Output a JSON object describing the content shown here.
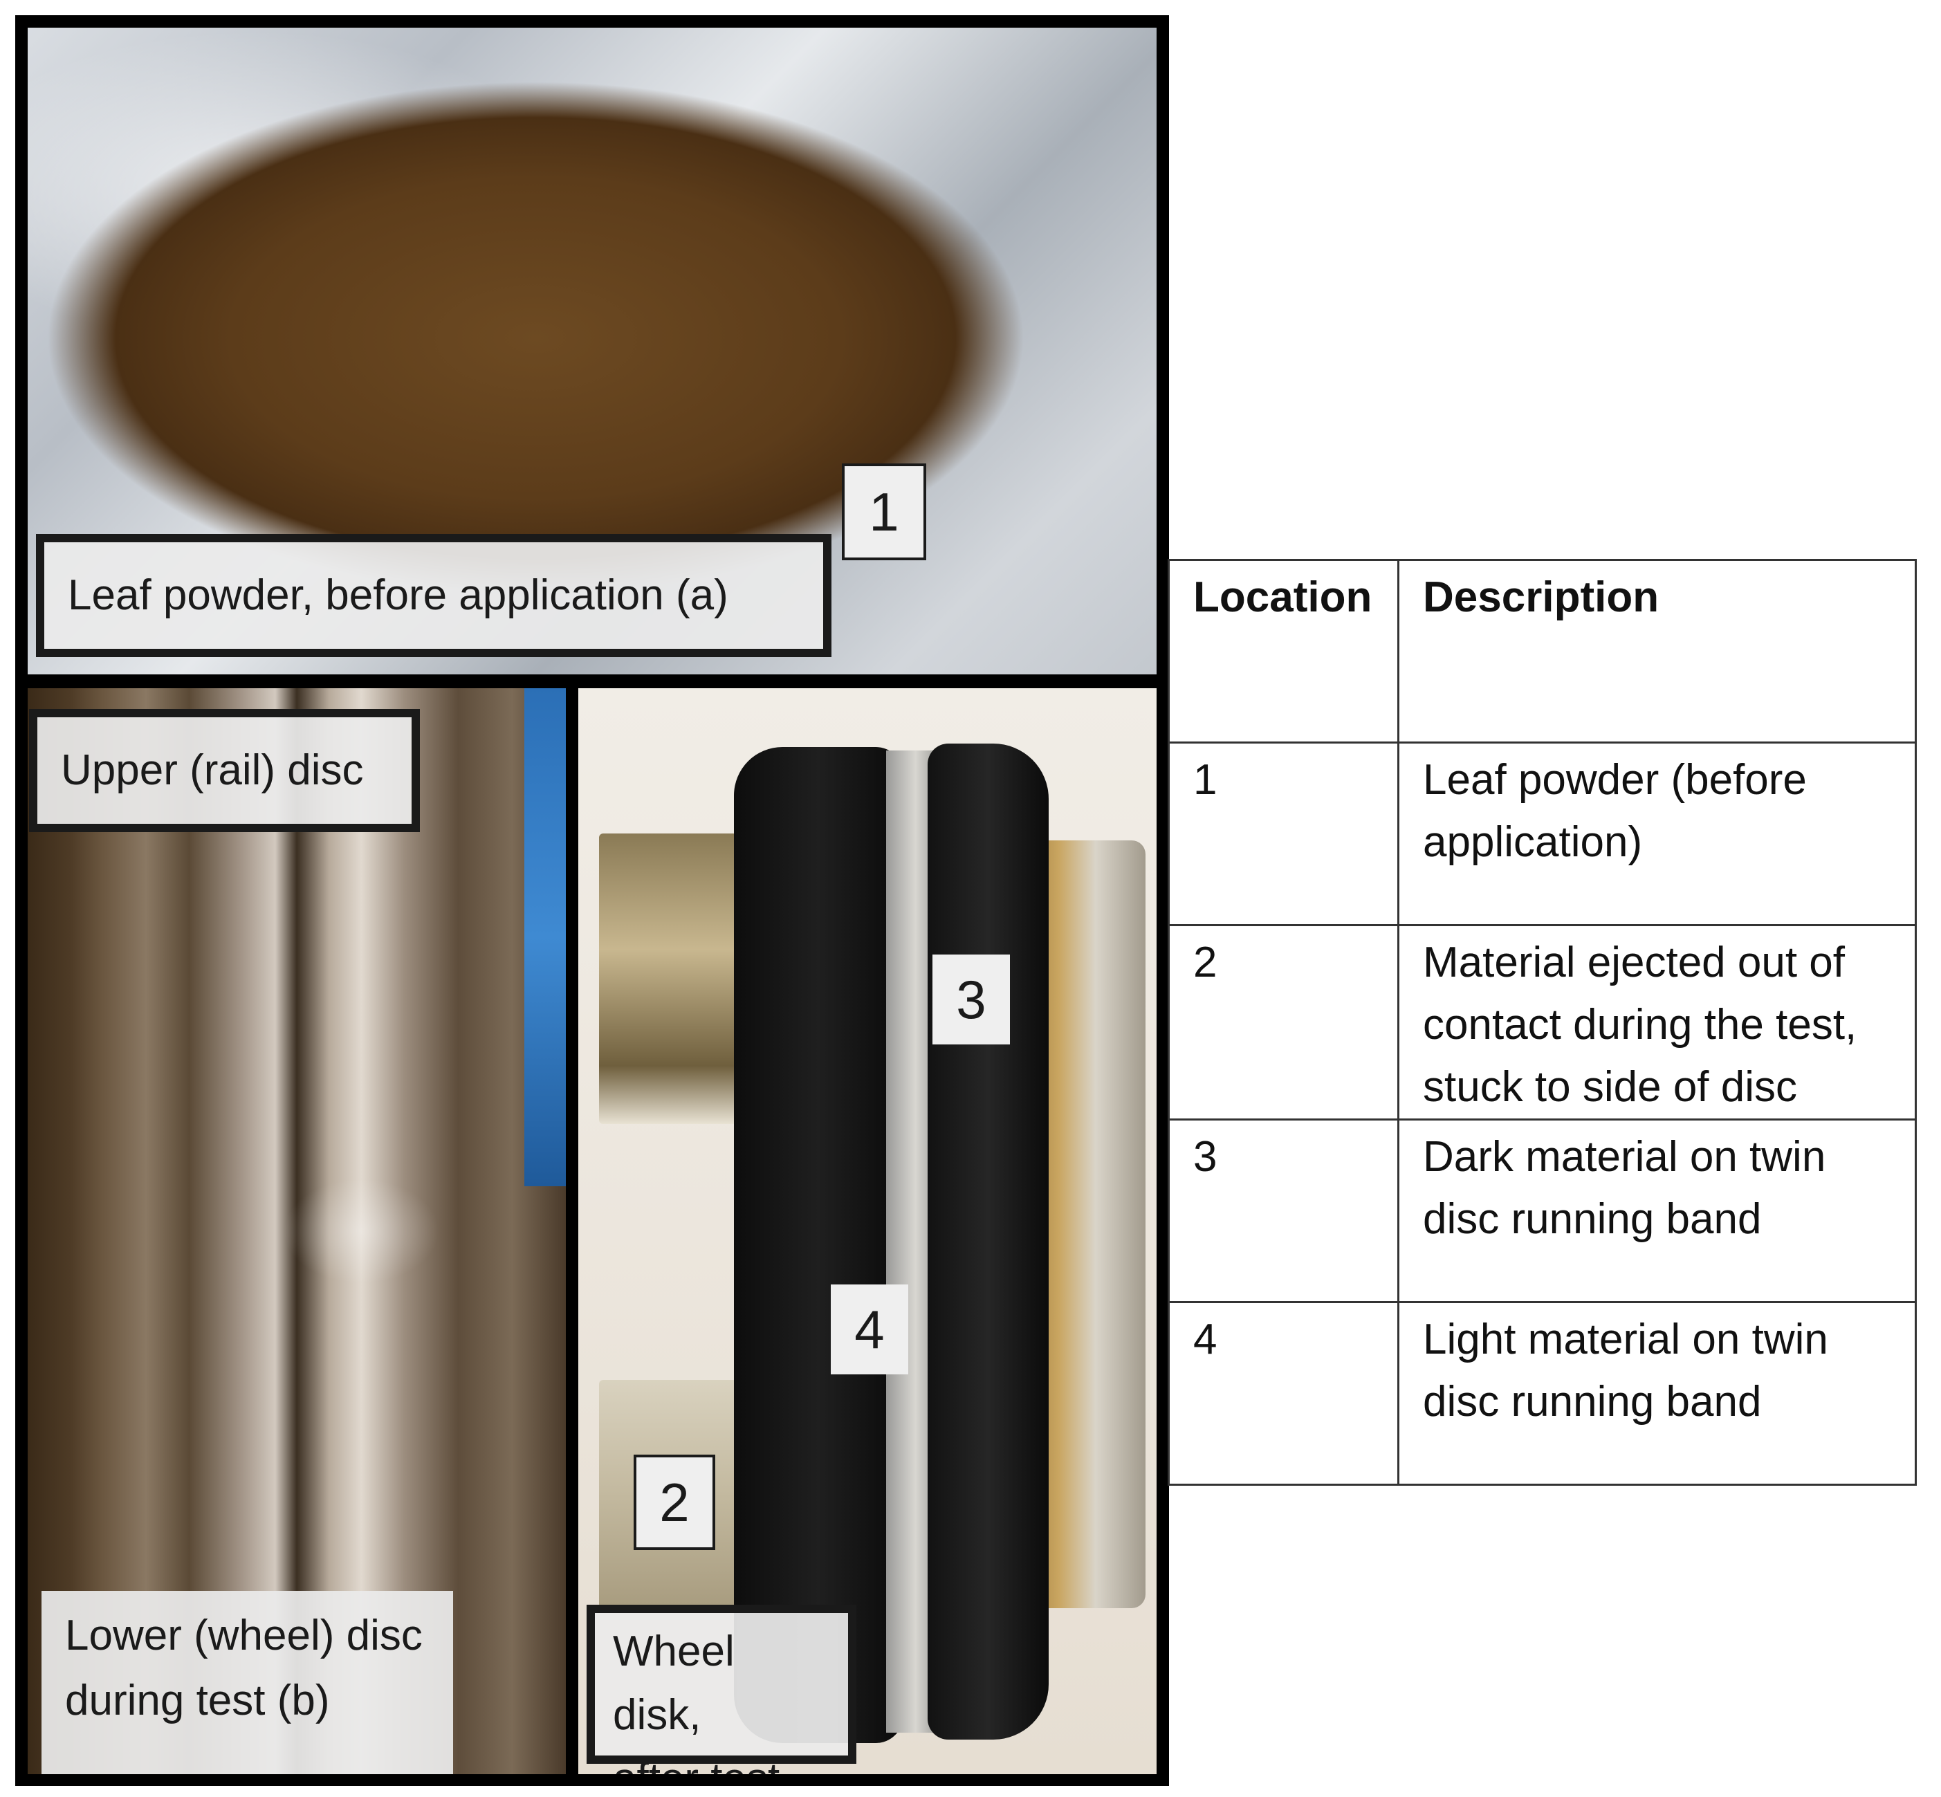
{
  "panel_a": {
    "caption": "Leaf powder, before application (a)",
    "marker": "1"
  },
  "panel_b": {
    "caption_top": "Upper (rail) disc",
    "caption_bottom_line1": "Lower (wheel) disc",
    "caption_bottom_line2": "during test (b)"
  },
  "panel_c": {
    "caption_line1": "Wheel disk,",
    "caption_line2": "after test (c)",
    "markers": [
      "3",
      "4",
      "2"
    ]
  },
  "table": {
    "headers": [
      "Location",
      "Description"
    ],
    "rows": [
      {
        "location": "1",
        "description": "Leaf powder (before application)"
      },
      {
        "location": "2",
        "description": "Material ejected out of contact during the test, stuck to side of disc"
      },
      {
        "location": "3",
        "description": "Dark material on twin disc running band"
      },
      {
        "location": "4",
        "description": "Light material on twin disc running band"
      }
    ]
  },
  "colors": {
    "frame": "#000000",
    "caption_bg": "#ebebeb",
    "text": "#1a1a1a"
  }
}
